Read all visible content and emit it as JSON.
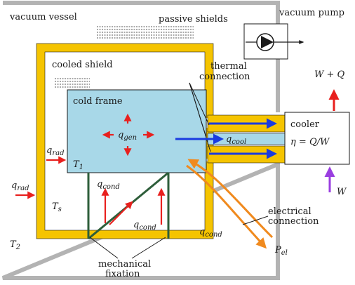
{
  "labels": {
    "vacuum_vessel": "vacuum vessel",
    "passive_shields": "passive shields",
    "vacuum_pump": "vacuum pump",
    "cooled_shield": "cooled shield",
    "thermal_connection_l1": "thermal",
    "thermal_connection_l2": "connection",
    "cold_frame": "cold frame",
    "cooler": "cooler",
    "efficiency_eq": "η = Q/W",
    "w_plus_q": "W + Q",
    "w_input": "W",
    "electrical_connection_l1": "electrical",
    "electrical_connection_l2": "connection",
    "mechanical_fixation_l1": "mechanical",
    "mechanical_fixation_l2": "fixation",
    "p_el_base": "P",
    "p_el_sub": "el",
    "T1": "T",
    "T1_sub": "1",
    "Ts": "T",
    "Ts_sub": "s",
    "T2": "T",
    "T2_sub": "2",
    "q_gen": "q",
    "q_gen_sub": "gen",
    "q_cool": "q",
    "q_cool_sub": "cool",
    "q_rad_inner": "q",
    "q_rad_inner_sub": "rad",
    "q_rad_outer": "q",
    "q_rad_outer_sub": "rad",
    "q_cond_1": "q",
    "q_cond_1_sub": "cond",
    "q_cond_2": "q",
    "q_cond_2_sub": "cond",
    "q_cond_3": "q",
    "q_cond_3_sub": "cond"
  },
  "colors": {
    "vessel_wall": "#b3b3b3",
    "cooled_shield": "#f5c400",
    "cold_frame_fill": "#a8d8e8",
    "heat_arrow_red": "#e8201e",
    "cooling_arrow_blue": "#1a3be0",
    "electrical_orange": "#f08a1e",
    "fixation_green": "#2e5e3a",
    "work_arrow_purple": "#9a3ee0"
  }
}
